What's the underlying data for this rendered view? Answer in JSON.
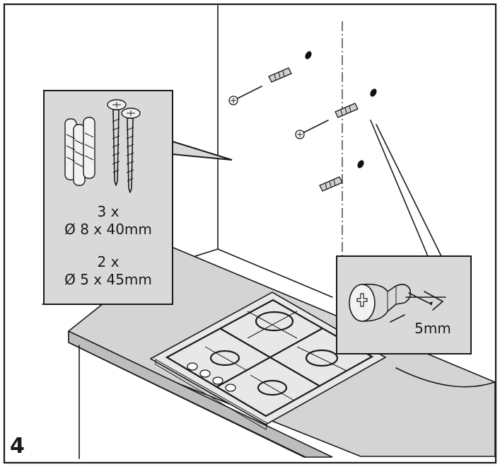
{
  "step_number": "4",
  "fixings": {
    "plugs_count": "3 x",
    "plugs_size": "Ø 8 x 40mm",
    "screws_count": "2 x",
    "screws_size": "Ø 5 x 45mm"
  },
  "detail": {
    "gap_label": "5mm"
  },
  "icons": [
    "wall-plug-icon",
    "wood-screw-icon",
    "screw-head-detail-icon"
  ]
}
